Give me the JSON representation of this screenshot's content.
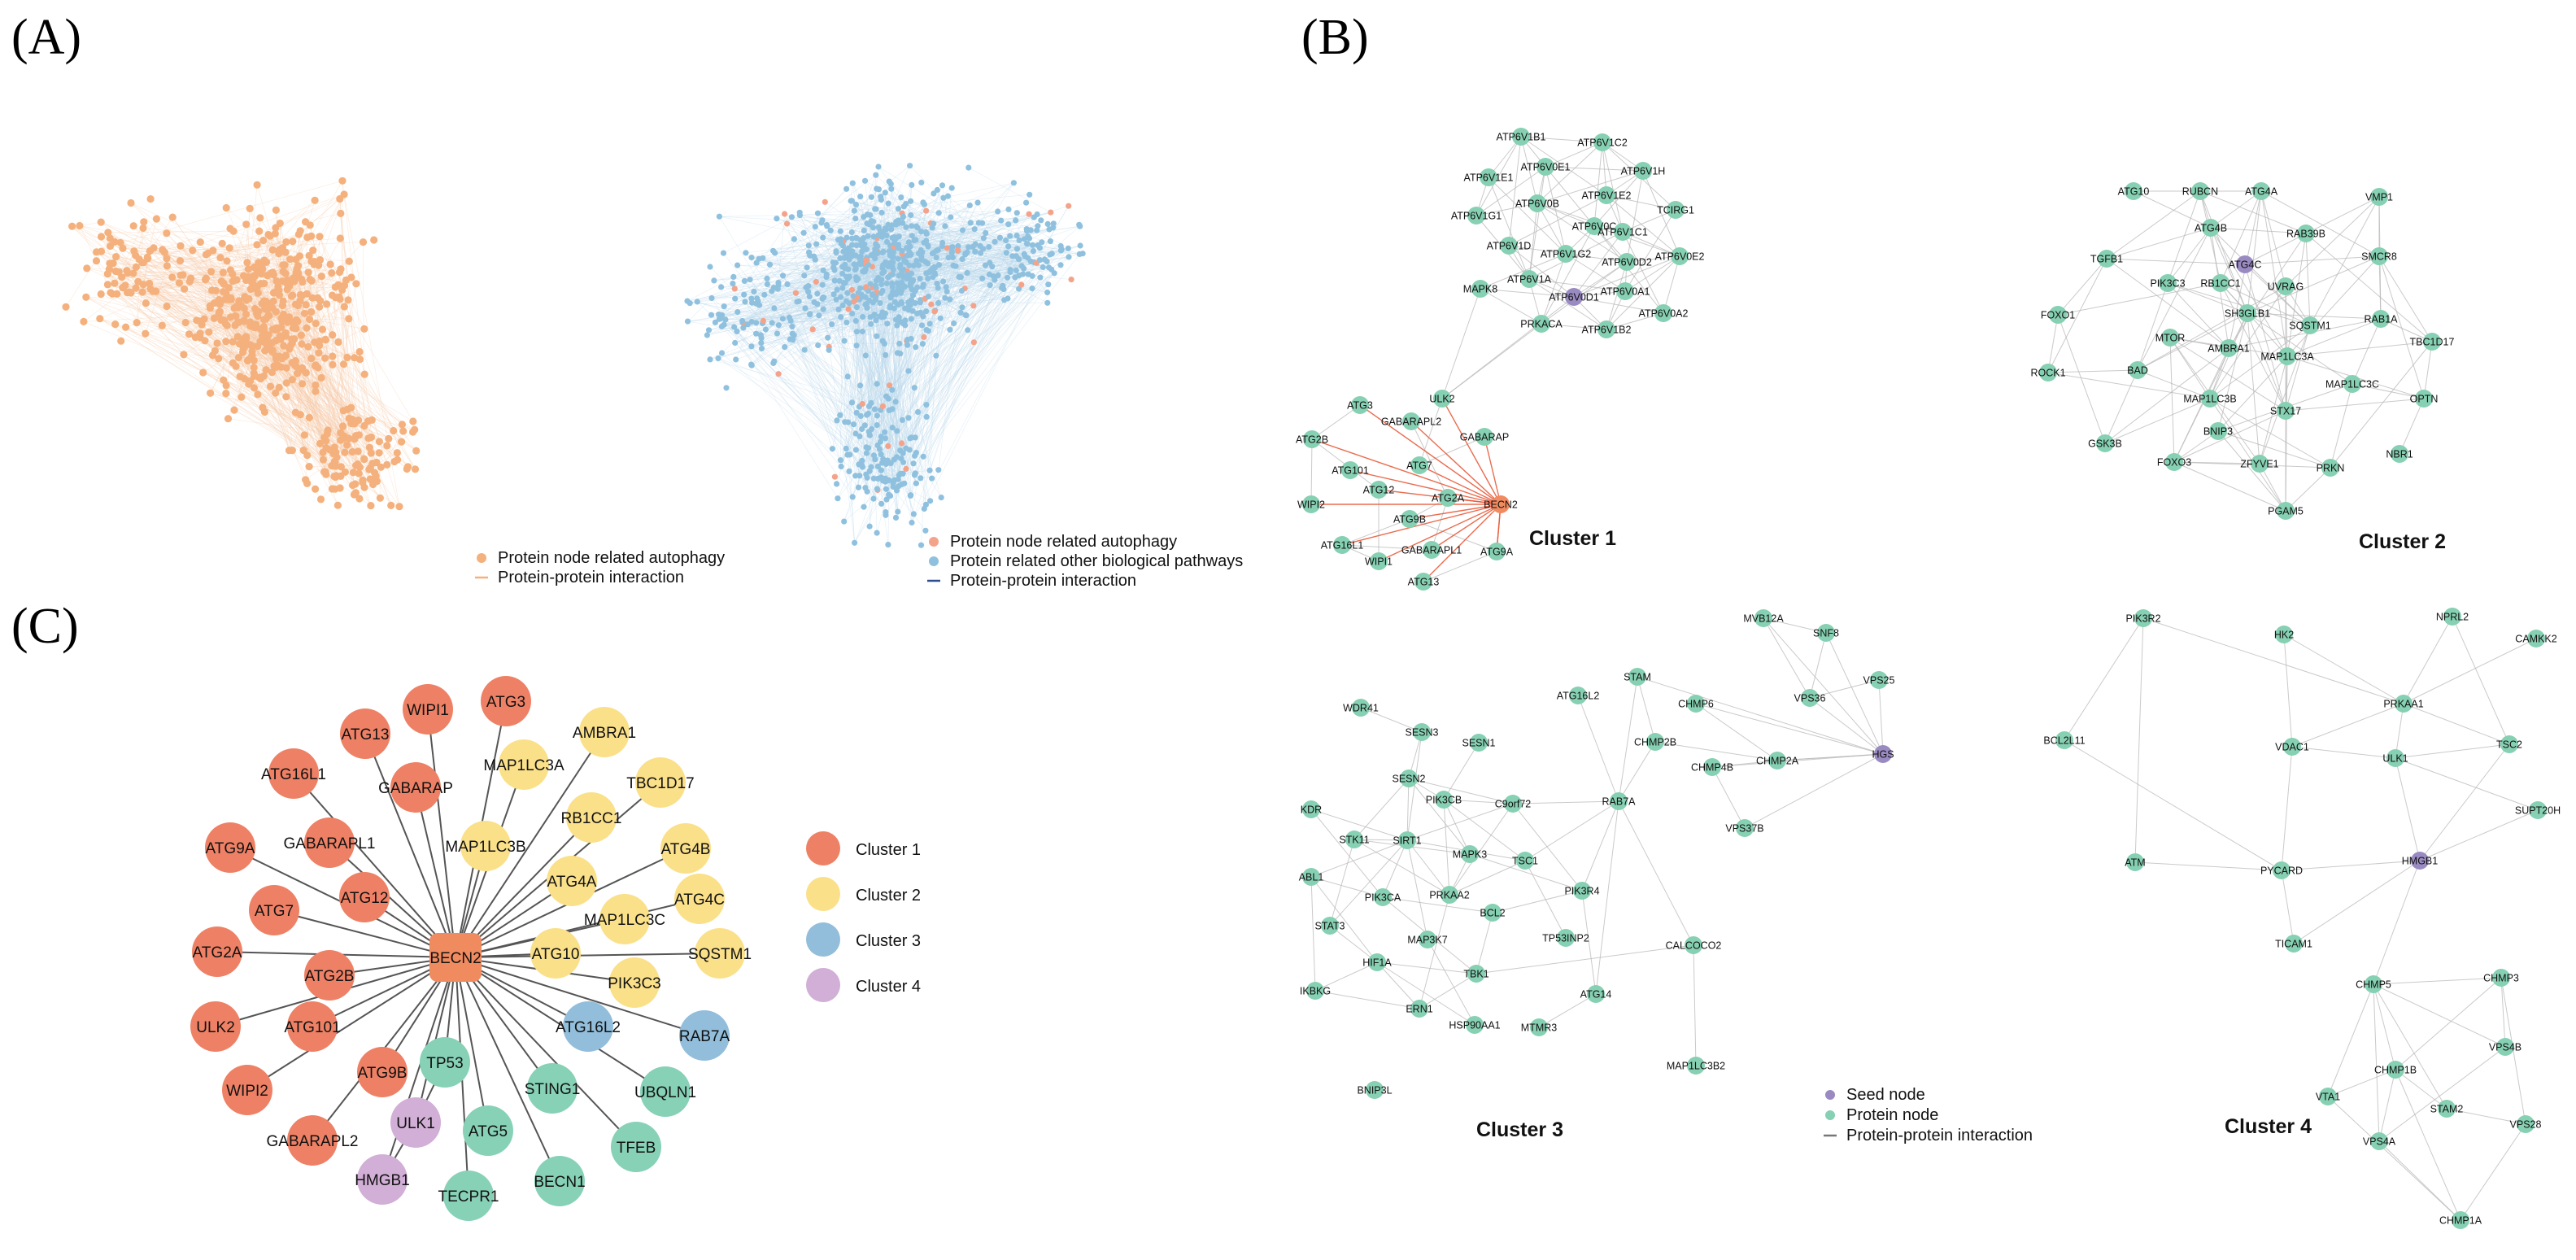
{
  "panels": {
    "a": "(A)",
    "b": "(B)",
    "c": "(C)"
  },
  "colors": {
    "autophagy": "#f4b17d",
    "autophagy_edge": "#f6c9a5",
    "other": "#8fc1df",
    "other_edge": "#b7d6ea",
    "c1": "#ee8165",
    "c2": "#fbe08a",
    "c3": "#92bedb",
    "c4": "#d1afd6",
    "c5": "#87d1b7",
    "seed": "#9a8ac2",
    "protein": "#86d0b3",
    "hub": "#f08a5f",
    "red_edge": "#e85c3c",
    "gray_edge": "#b8b8b8"
  },
  "legend_a1": {
    "items": [
      {
        "label": "Protein node related autophagy",
        "shape": "dot",
        "color": "#f4b17d"
      },
      {
        "label": "Protein-protein interaction",
        "shape": "line",
        "color": "#f4b17d"
      }
    ]
  },
  "legend_a2": {
    "items": [
      {
        "label": "Protein node related autophagy",
        "shape": "dot",
        "color": "#f4a38a"
      },
      {
        "label": "Protein related other biological pathways",
        "shape": "dot",
        "color": "#8fc1df"
      },
      {
        "label": "Protein-protein interaction",
        "shape": "line",
        "color": "#2e4d8c"
      }
    ]
  },
  "legend_b": {
    "items": [
      {
        "label": "Seed node",
        "shape": "dot",
        "color": "#9a8ac2"
      },
      {
        "label": "Protein node",
        "shape": "dot",
        "color": "#86d0b3"
      },
      {
        "label": "Protein-protein interaction",
        "shape": "line",
        "color": "#777777"
      }
    ]
  },
  "legend_c": {
    "items": [
      {
        "label": "Cluster 1",
        "color": "#ee8165"
      },
      {
        "label": "Cluster 2",
        "color": "#fbe08a"
      },
      {
        "label": "Cluster 3",
        "color": "#92bedb"
      },
      {
        "label": "Cluster 4",
        "color": "#d1afd6"
      }
    ]
  },
  "panel_c": {
    "hub": "BECN2",
    "nodes": [
      {
        "label": "ATG3",
        "c": "c1"
      },
      {
        "label": "WIPI1",
        "c": "c1"
      },
      {
        "label": "ATG13",
        "c": "c1"
      },
      {
        "label": "GABARAP",
        "c": "c1"
      },
      {
        "label": "ATG16L1",
        "c": "c1"
      },
      {
        "label": "GABARAPL1",
        "c": "c1"
      },
      {
        "label": "ATG9A",
        "c": "c1"
      },
      {
        "label": "ATG12",
        "c": "c1"
      },
      {
        "label": "ATG7",
        "c": "c1"
      },
      {
        "label": "ATG2A",
        "c": "c1"
      },
      {
        "label": "ATG2B",
        "c": "c1"
      },
      {
        "label": "ULK2",
        "c": "c1"
      },
      {
        "label": "ATG101",
        "c": "c1"
      },
      {
        "label": "WIPI2",
        "c": "c1"
      },
      {
        "label": "ATG9B",
        "c": "c1"
      },
      {
        "label": "GABARAPL2",
        "c": "c1"
      },
      {
        "label": "AMBRA1",
        "c": "c2"
      },
      {
        "label": "MAP1LC3A",
        "c": "c2"
      },
      {
        "label": "TBC1D17",
        "c": "c2"
      },
      {
        "label": "RB1CC1",
        "c": "c2"
      },
      {
        "label": "MAP1LC3B",
        "c": "c2"
      },
      {
        "label": "ATG4B",
        "c": "c2"
      },
      {
        "label": "ATG4A",
        "c": "c2"
      },
      {
        "label": "ATG4C",
        "c": "c2"
      },
      {
        "label": "MAP1LC3C",
        "c": "c2"
      },
      {
        "label": "ATG10",
        "c": "c2"
      },
      {
        "label": "SQSTM1",
        "c": "c2"
      },
      {
        "label": "PIK3C3",
        "c": "c2"
      },
      {
        "label": "ATG16L2",
        "c": "c3"
      },
      {
        "label": "RAB7A",
        "c": "c3"
      },
      {
        "label": "ULK1",
        "c": "c4"
      },
      {
        "label": "HMGB1",
        "c": "c4"
      },
      {
        "label": "TP53",
        "c": "c5"
      },
      {
        "label": "STING1",
        "c": "c5"
      },
      {
        "label": "UBQLN1",
        "c": "c5"
      },
      {
        "label": "ATG5",
        "c": "c5"
      },
      {
        "label": "TFEB",
        "c": "c5"
      },
      {
        "label": "TECPR1",
        "c": "c5"
      },
      {
        "label": "BECN1",
        "c": "c5"
      }
    ]
  },
  "cluster_titles": [
    "Cluster 1",
    "Cluster 2",
    "Cluster 3",
    "Cluster 4"
  ],
  "cluster1": {
    "seeds": [
      "ATP6V0D1"
    ],
    "hub": "BECN2",
    "nodes": [
      "ATP6V1B1",
      "ATP6V1C2",
      "ATP6V0E1",
      "ATP6V1E1",
      "ATP6V1H",
      "ATP6V0B",
      "ATP6V1E2",
      "ATP6V1G1",
      "TCIRG1",
      "ATP6V0C",
      "ATP6V1C1",
      "ATP6V1D",
      "ATP6V1G2",
      "ATP6V0D2",
      "ATP6V0E2",
      "ATP6V1A",
      "ATP6V0A1",
      "MAPK8",
      "ATP6V0D1",
      "ATP6V0A2",
      "PRKACA",
      "ATP6V1B2",
      "ATG3",
      "ULK2",
      "GABARAPL2",
      "GABARAP",
      "ATG2B",
      "ATG7",
      "ATG101",
      "ATG12",
      "ATG2A",
      "BECN2",
      "WIPI2",
      "ATG9B",
      "ATG16L1",
      "GABARAPL1",
      "ATG9A",
      "WIPI1",
      "ATG13"
    ]
  },
  "cluster2": {
    "seeds": [
      "ATG4C"
    ],
    "nodes": [
      "ATG10",
      "RUBCN",
      "ATG4A",
      "VMP1",
      "ATG4B",
      "RAB39B",
      "ATG4C",
      "TGFB1",
      "SMCR8",
      "PIK3C3",
      "RB1CC1",
      "UVRAG",
      "SH3GLB1",
      "FOXO1",
      "SQSTM1",
      "RAB1A",
      "MTOR",
      "AMBRA1",
      "TBC1D17",
      "ROCK1",
      "BAD",
      "MAP1LC3A",
      "MAP1LC3C",
      "MAP1LC3B",
      "OPTN",
      "STX17",
      "BNIP3",
      "GSK3B",
      "NBR1",
      "FOXO3",
      "ZFYVE1",
      "PRKN",
      "PGAM5"
    ]
  },
  "cluster3": {
    "seeds": [
      "HGS"
    ],
    "nodes": [
      "MVB12A",
      "SNF8",
      "VPS25",
      "STAM",
      "ATG16L2",
      "CHMP6",
      "VPS36",
      "WDR41",
      "HGS",
      "SESN3",
      "SESN1",
      "CHMP2B",
      "CHMP4B",
      "CHMP2A",
      "SESN2",
      "PIK3CB",
      "C9orf72",
      "RAB7A",
      "KDR",
      "VPS37B",
      "STK11",
      "SIRT1",
      "MAPK3",
      "TSC1",
      "ABL1",
      "PIK3CA",
      "PRKAA2",
      "BCL2",
      "PIK3R4",
      "STAT3",
      "MAP3K7",
      "TP53INP2",
      "CALCOCO2",
      "HIF1A",
      "IKBKG",
      "TBK1",
      "ATG14",
      "ERN1",
      "HSP90AA1",
      "MTMR3",
      "MAP1LC3B2",
      "BNIP3L"
    ]
  },
  "cluster4": {
    "seeds": [
      "HMGB1"
    ],
    "nodes": [
      "PIK3R2",
      "HK2",
      "NPRL2",
      "CAMKK2",
      "PRKAA1",
      "BCL2L11",
      "VDAC1",
      "ULK1",
      "TSC2",
      "SUPT20H",
      "ATM",
      "PYCARD",
      "HMGB1",
      "TICAM1",
      "CHMP5",
      "CHMP3",
      "VPS4B",
      "CHMP1B",
      "VTA1",
      "STAM2",
      "VPS28",
      "VPS4A",
      "CHMP1A"
    ]
  }
}
